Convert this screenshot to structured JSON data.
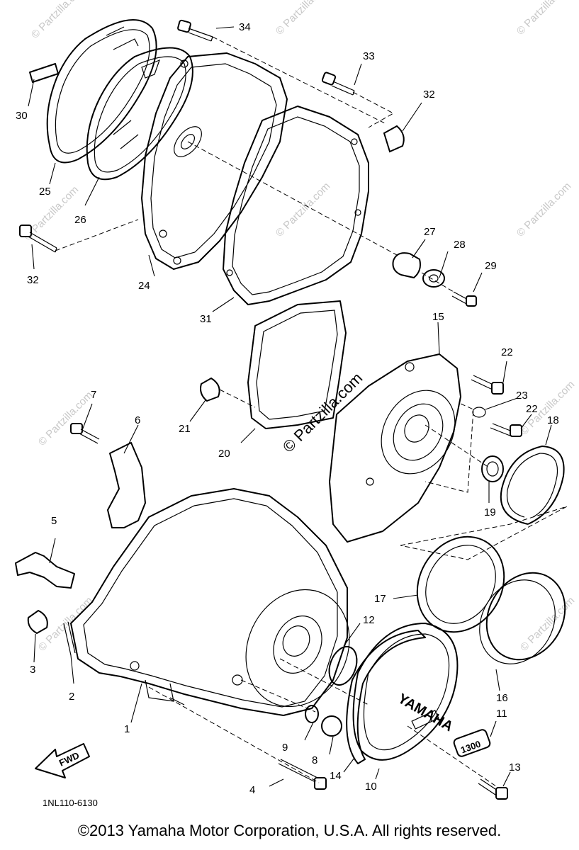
{
  "diagram": {
    "part_numbers": {
      "p1": "1",
      "p2": "2",
      "p3": "3",
      "p4": "4",
      "p5": "5",
      "p6": "6",
      "p7": "7",
      "p8": "8",
      "p9": "9",
      "p10": "10",
      "p11": "11",
      "p12": "12",
      "p13": "13",
      "p14": "14",
      "p15": "15",
      "p16": "16",
      "p17": "17",
      "p18": "18",
      "p19": "19",
      "p20": "20",
      "p21": "21",
      "p22a": "22",
      "p22b": "22",
      "p23": "23",
      "p24": "24",
      "p25": "25",
      "p26": "26",
      "p27": "27",
      "p28": "28",
      "p29": "29",
      "p30": "30",
      "p31": "31",
      "p32a": "32",
      "p32b": "32",
      "p33": "33",
      "p34": "34"
    },
    "cover_logo": "YAMAHA",
    "badge_text": "1300",
    "fwd_label": "FWD",
    "drawing_code": "1NL110-6130",
    "watermark": "© Partzilla.com",
    "center_watermark": "© Partzilla.com"
  },
  "footer": {
    "copyright": "©2013  Yamaha Motor Corporation, U.S.A. All rights reserved."
  }
}
